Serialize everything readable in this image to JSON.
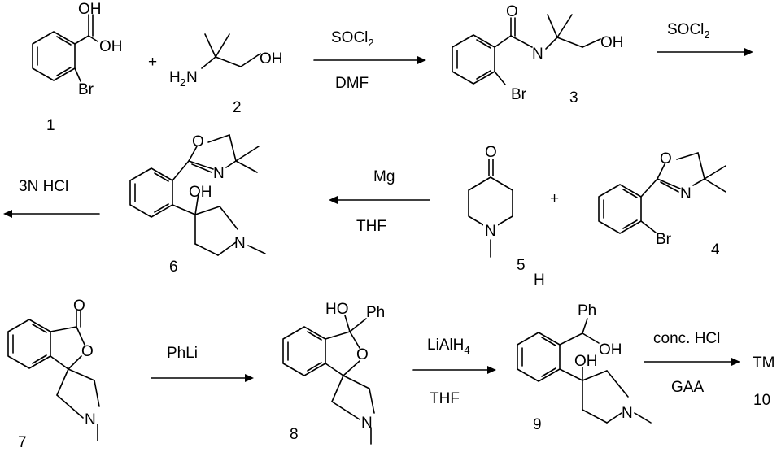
{
  "compounds": {
    "c1": {
      "number": "1",
      "oh": "OH",
      "br": "Br"
    },
    "amine": {
      "h": "H",
      "n": "N",
      "h2": "2",
      "oh": "OH"
    },
    "c2": {
      "number": "2"
    },
    "c3": {
      "number": "3",
      "n": "N",
      "oh": "OH",
      "br": "Br"
    },
    "c4": {
      "number": "4",
      "o": "O",
      "n": "N",
      "br": "Br"
    },
    "c5": {
      "number": "5",
      "extra": "H",
      "o": "O",
      "n": "N"
    },
    "c6": {
      "number": "6",
      "o": "O",
      "n": "N",
      "oh": "OH",
      "n2": "N"
    },
    "c7": {
      "number": "7",
      "o": "O",
      "o2": "O",
      "n": "N"
    },
    "c8": {
      "number": "8",
      "ho": "HO",
      "ph": "Ph",
      "o": "O",
      "n": "N"
    },
    "c9": {
      "number": "9",
      "ph": "Ph",
      "oh": "OH",
      "oh2": "OH",
      "n": "N"
    },
    "c10": {
      "number": "10",
      "label": "TM"
    }
  },
  "plus_signs": [
    "+",
    "+"
  ],
  "reagents": {
    "r1_top": "SOCl",
    "r1_top_sub": "2",
    "r1_bottom": "DMF",
    "r2_top": "SOCl",
    "r2_top_sub": "2",
    "r3_top": "3N HCl",
    "r4_top": "Mg",
    "r4_bottom": "THF",
    "r5_top": "PhLi",
    "r6_top": "LiAlH",
    "r6_top_sub": "4",
    "r6_bottom": "THF",
    "r7_top": "conc. HCl",
    "r7_bottom": "GAA"
  }
}
